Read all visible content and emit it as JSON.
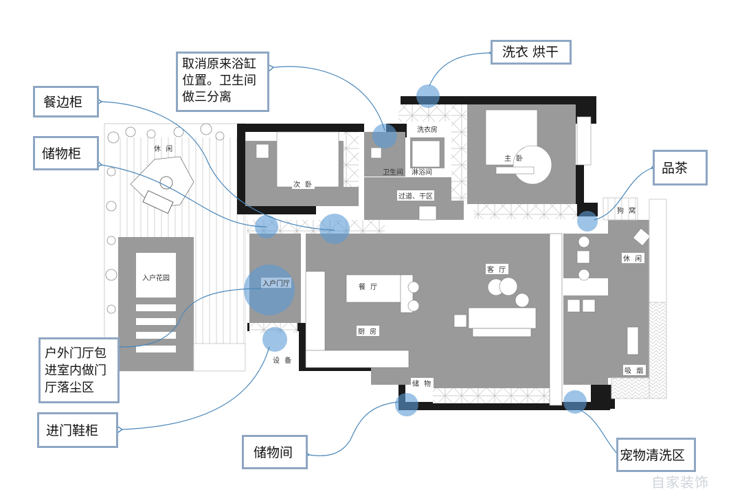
{
  "floor_plan": {
    "rooms": {
      "second_bedroom": "次 卧",
      "bathroom": "卫生间",
      "shower_room": "淋浴间",
      "laundry_room": "洗衣房",
      "corridor": "过道、干区",
      "master_bedroom": "主 卧",
      "leisure_top": "休 闲",
      "entry_garden": "入户花园",
      "entry_foyer": "入户门厅",
      "dining": "餐 厅",
      "kitchen": "厨 房",
      "living": "客 厅",
      "equipment": "设 备",
      "storage": "储 物",
      "dog_house": "狗 窝",
      "leisure_right": "休 闲",
      "smoking": "吸 烟"
    }
  },
  "callouts": {
    "bath_note": "取消原来浴缸位置。卫生间做三分离",
    "laundry_note": "洗衣 烘干",
    "sideboard": "餐边柜",
    "storage_cabinet": "储物柜",
    "tea": "品茶",
    "foyer_note": "户外门厅包进室内做门厅落尘区",
    "shoe_cabinet": "进门鞋柜",
    "storeroom": "储物间",
    "pet_wash": "宠物清洗区"
  },
  "colors": {
    "floor_gray": "#9a9a9a",
    "wall_black": "#1a1a1a",
    "highlight_blue": "#5b9bd5",
    "callout_border": "#8ea6c2",
    "leader_line": "#4a86b8"
  },
  "watermark": "自家装饰"
}
